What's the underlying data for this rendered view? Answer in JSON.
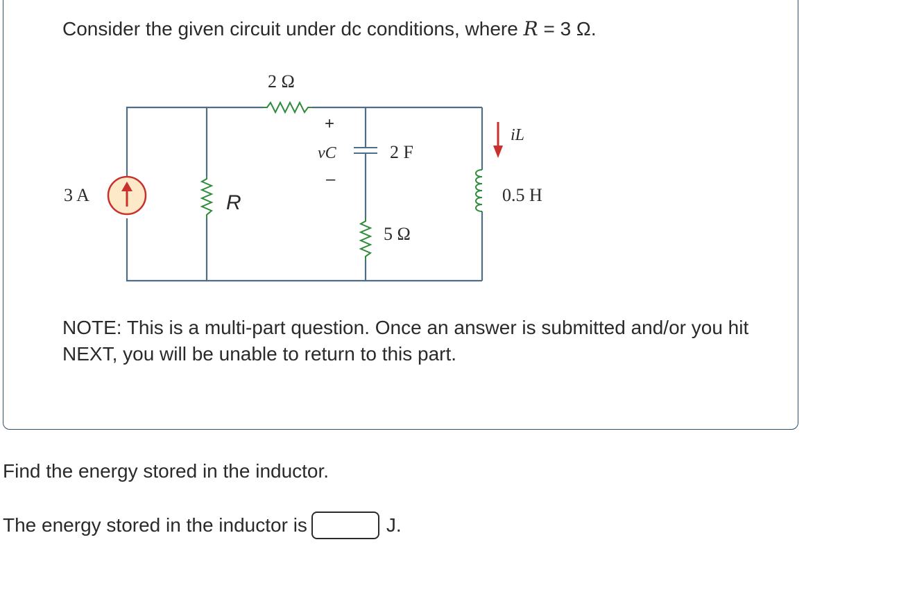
{
  "intro": {
    "text_before": "Consider the given circuit under dc conditions, where ",
    "var": "R",
    "equals": " = 3 Ω."
  },
  "circuit": {
    "source_label": "3 A",
    "resistor_r_label": "R",
    "resistor_top_label": "2 Ω",
    "capacitor_label": "2 F",
    "vc_label": "vC",
    "vc_plus": "+",
    "vc_minus": "–",
    "resistor_5_label": "5 Ω",
    "inductor_label": "0.5 H",
    "il_label": "iL",
    "colors": {
      "wire": "#4f6d84",
      "resistor": "#2e8b3a",
      "inductor": "#2e8b3a",
      "source_fill": "#fde8c8",
      "source_stroke": "#c9302c",
      "arrow": "#c9302c"
    }
  },
  "note": {
    "text": "NOTE: This is a multi-part question. Once an answer is submitted and/or you hit NEXT, you will be unable to return to this part."
  },
  "question": {
    "text": "Find the energy stored in the inductor."
  },
  "answer": {
    "prefix": "The energy stored in the inductor is",
    "value": "",
    "unit": "J."
  }
}
